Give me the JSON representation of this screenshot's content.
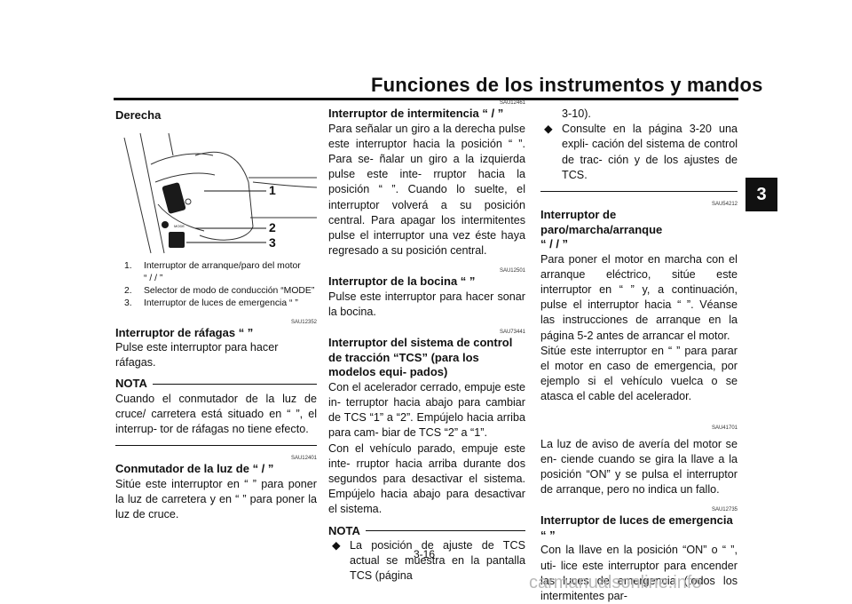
{
  "header": {
    "title": "Funciones de los instrumentos y mandos"
  },
  "chapter_tab": "3",
  "page_number": "3-16",
  "watermark": "carmanualsonline.info",
  "col1": {
    "heading": "Derecha",
    "figure": {
      "callout1": "1",
      "callout2": "2",
      "callout3": "3",
      "mode_label": "MODE"
    },
    "caption": {
      "item1_num": "1.",
      "item1_a": "Interruptor de arranque/paro del motor",
      "item1_b": "“ / / ”",
      "item2_num": "2.",
      "item2": "Selector de modo de conducción “MODE”",
      "item3_num": "3.",
      "item3": "Interruptor de luces de emergencia “ ”"
    },
    "code1": "SAU12352",
    "h1": "Interruptor de ráfagas “ ”",
    "p1": "Pulse este interruptor para hacer ráfagas.",
    "nota1_label": "NOTA",
    "nota1_text": "Cuando el conmutador de la luz de cruce/ carretera está situado en “ ”, el interrup- tor de ráfagas no tiene efecto.",
    "code2": "SAU12401",
    "h2": "Conmutador de la luz de “ / ”",
    "p2": "Sitúe este interruptor en “ ” para poner la luz de carretera y en “ ” para poner la luz de cruce."
  },
  "col2": {
    "code1": "SAU12461",
    "h1": "Interruptor de intermitencia “ / ”",
    "p1": "Para señalar un giro a la derecha pulse este interruptor hacia la posición “ ”. Para se- ñalar un giro a la izquierda pulse este inte- rruptor hacia la posición “ ”. Cuando lo suelte, el interruptor volverá a su posición central. Para apagar los intermitentes pulse el interruptor una vez éste haya regresado a su posición central.",
    "code2": "SAU12501",
    "h2": "Interruptor de la bocina “ ”",
    "p2": "Pulse este interruptor para hacer sonar la bocina.",
    "code3": "SAU73441",
    "h3": "Interruptor del sistema de control de tracción “TCS” (para los modelos equi- pados)",
    "p3a": "Con el acelerador cerrado, empuje este in- terruptor hacia abajo para cambiar de TCS “1” a “2”. Empújelo hacia arriba para cam- biar de TCS “2” a “1”.",
    "p3b": "Con el vehículo parado, empuje este inte- rruptor hacia arriba durante dos segundos para desactivar el sistema. Empújelo hacia abajo para desactivar el sistema.",
    "nota_label": "NOTA",
    "bullet1": "La posición de ajuste de TCS actual se muestra en la pantalla TCS (página"
  },
  "col3": {
    "bullet1_cont": "3-10).",
    "bullet2": "Consulte en la página 3-20 una expli- cación del sistema de control de trac- ción y de los ajustes de TCS.",
    "code1": "SAU54212",
    "h1a": "Interruptor de paro/marcha/arranque",
    "h1b": "“ / / ”",
    "p1a": "Para poner el motor en marcha con el arranque eléctrico, sitúe este interruptor en “ ” y, a continuación, pulse el interruptor hacia “ ”. Véanse las instrucciones de arranque en la página 5-2 antes de arrancar el motor.",
    "p1b": "Sitúe este interruptor en “ ” para parar el motor en caso de emergencia, por ejemplo si el vehículo vuelca o se atasca el cable del acelerador.",
    "code2": "SAU41701",
    "p2": "La luz de aviso de avería del motor se en- ciende cuando se gira la llave a la posición “ON” y se pulsa el interruptor de arranque, pero no indica un fallo.",
    "code3": "SAU12735",
    "h3": "Interruptor de luces de emergencia “ ”",
    "p3": "Con la llave en la posición “ON” o “ ”, uti- lice este interruptor para encender las luces de emergencia (todos los intermitentes par-"
  }
}
